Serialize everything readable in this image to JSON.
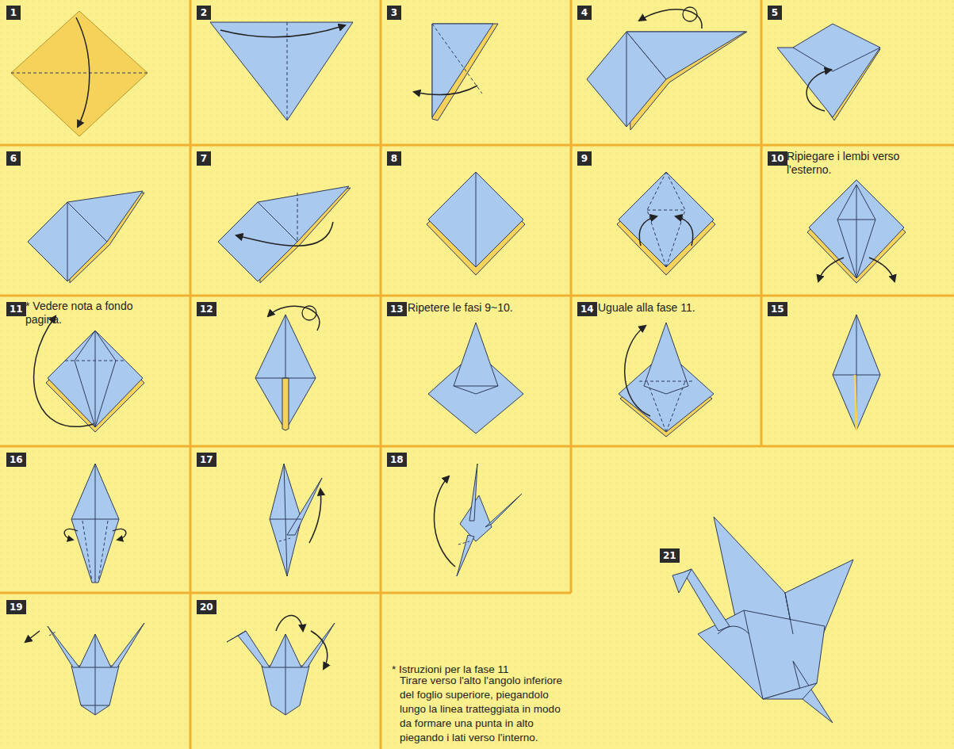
{
  "diagram": {
    "labels": [
      "1",
      "2",
      "3",
      "4",
      "5",
      "6",
      "7",
      "8",
      "9",
      "10",
      "11",
      "12",
      "13",
      "14",
      "15",
      "16",
      "17",
      "18",
      "19",
      "20",
      "21",
      "Ripiegare i lembi verso l'esterno.",
      "* Vedere nota a fondo pagina.",
      "Ripetere le fasi 9~10.",
      "Uguale alla fase 11.",
      "* Istruzioni per la fase 11",
      "Tirare verso l'alto l'angolo inferiore del foglio superiore, piegandolo lungo la linea tratteggiata in modo da formare una punta in alto piegando i lati verso l'interno."
    ]
  }
}
